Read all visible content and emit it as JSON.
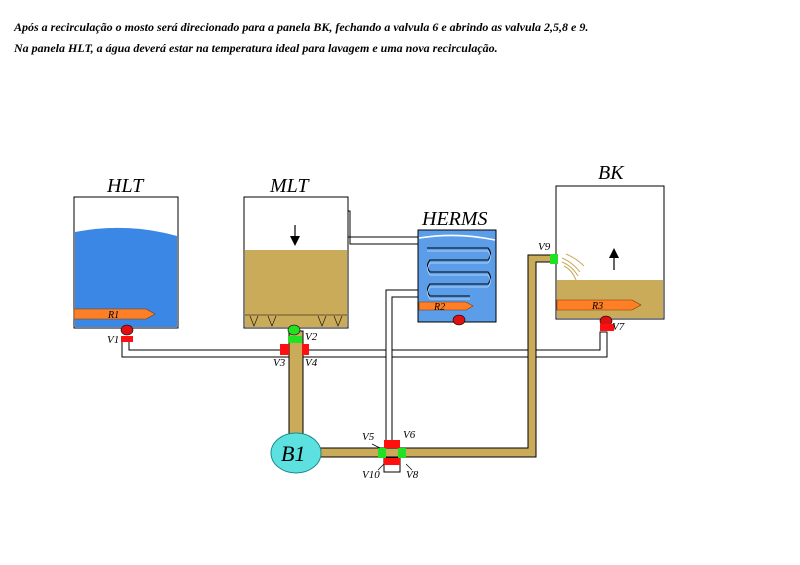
{
  "caption": {
    "line1": "Após a recirculação o mosto será direcionado para a panela BK, fechando a valvula 6 e abrindo  as valvula 2,5,8 e 9.",
    "line2": "Na panela HLT, a água deverá estar na temperatura ideal para lavagem e uma nova recirculação."
  },
  "tanks": {
    "hlt": "HLT",
    "mlt": "MLT",
    "herms": "HERMS",
    "bk": "BK"
  },
  "heaters": {
    "r1": "R1",
    "r2": "R2",
    "r3": "R3"
  },
  "pump": "B1",
  "valves": {
    "v1": "V1",
    "v2": "V2",
    "v3": "V3",
    "v4": "V4",
    "v5": "V5",
    "v6": "V6",
    "v7": "V7",
    "v8": "V8",
    "v9": "V9",
    "v10": "V10"
  },
  "valve_states": {
    "v1": "closed",
    "v2": "open",
    "v3": "closed",
    "v4": "closed",
    "v5": "open",
    "v6": "closed",
    "v7": "closed",
    "v8": "open",
    "v9": "open",
    "v10": "closed"
  },
  "colors": {
    "water": "#3a87e6",
    "wort": "#c9ab5a",
    "herms_water": "#5b9de8",
    "heater": "#ff7f27",
    "valve_open": "#22e022",
    "valve_closed": "#ff1010",
    "pump": "#5ce0e0",
    "sensor": "#e01010"
  }
}
